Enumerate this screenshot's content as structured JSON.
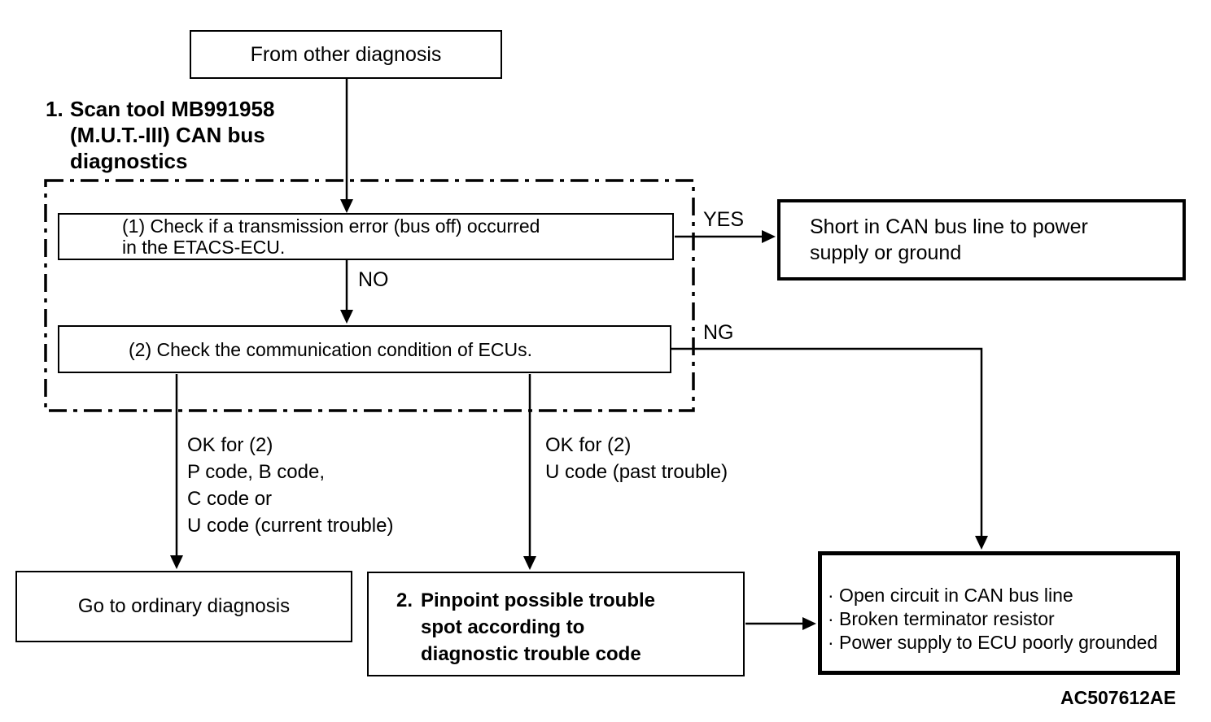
{
  "canvas": {
    "background": "#ffffff",
    "line_color": "#000000"
  },
  "nodes": {
    "from_other_diagnosis": {
      "label": "From other diagnosis"
    },
    "scan_tool_title": {
      "number": "1.",
      "lines": [
        "Scan tool MB991958",
        "(M.U.T.-III) CAN bus",
        "diagnostics"
      ]
    },
    "check_transmission_error": {
      "lines": [
        "(1) Check if a transmission error (bus off) occurred",
        "in the ETACS-ECU."
      ]
    },
    "check_communication": {
      "label": "(2) Check the communication condition of ECUs."
    },
    "short_in_can_bus": {
      "lines": [
        "Short in CAN bus line to power",
        "supply or ground"
      ]
    },
    "go_to_ordinary_diagnosis": {
      "label": "Go to ordinary diagnosis"
    },
    "pinpoint_trouble_spot": {
      "number": "2.",
      "lines": [
        "Pinpoint possible trouble",
        "spot according to",
        "diagnostic trouble code"
      ]
    },
    "possible_causes": {
      "items": [
        "· Open circuit in CAN bus line",
        "· Broken terminator resistor",
        "· Power supply to ECU poorly grounded"
      ]
    }
  },
  "edge_labels": {
    "yes": "YES",
    "no": "NO",
    "ng": "NG",
    "ok_current": {
      "lines": [
        "OK for (2)",
        "P code, B code,",
        "C code or",
        "U code (current trouble)"
      ]
    },
    "ok_past": {
      "lines": [
        "OK for (2)",
        "U code (past trouble)"
      ]
    }
  },
  "figure_code": "AC507612AE"
}
